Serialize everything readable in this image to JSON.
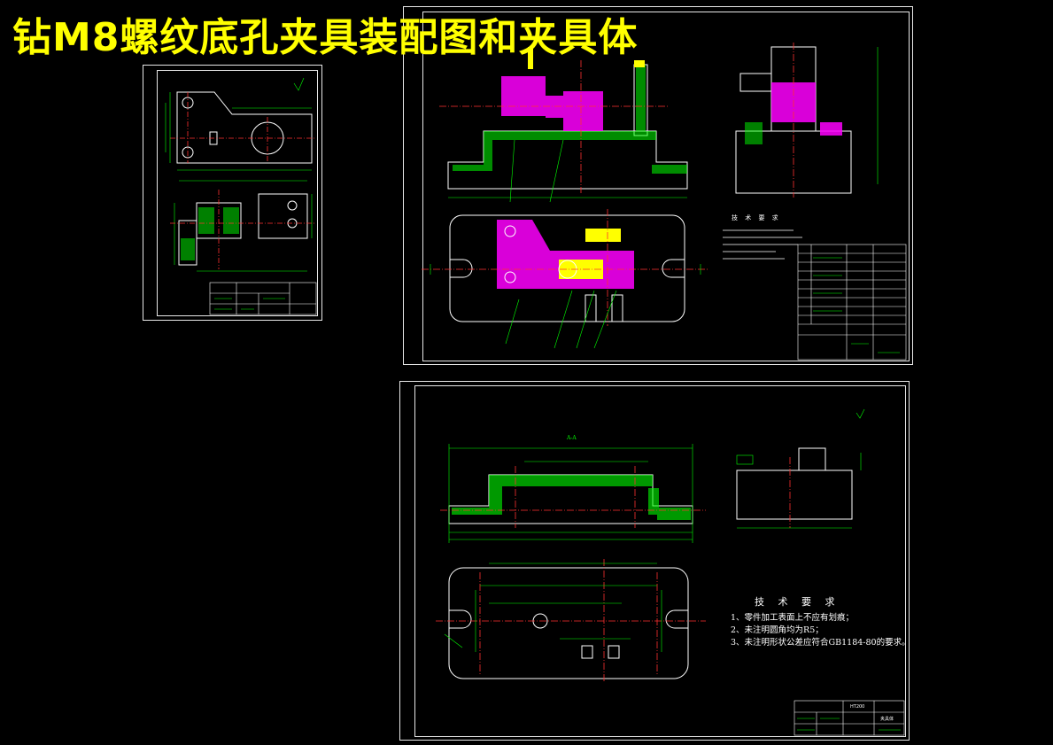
{
  "page_title": "钻M8螺纹底孔夹具装配图和夹具体",
  "colors": {
    "background": "#000000",
    "title": "#ffff00",
    "dimension": "#00ff00",
    "part": "#ff00ff",
    "center_line": "#ff3030",
    "outline": "#ffffff",
    "cyan": "#00ffff"
  },
  "assembly_sheet": {
    "tech_requirements_title": "技 术 要 求"
  },
  "fixture_body_sheet": {
    "section_label": "A-A",
    "tech_requirements_title": "技 术 要 求",
    "tech_requirements": [
      "1、零件加工表面上不应有划痕；",
      "2、未注明圆角均为R5；",
      "3、未注明形状公差应符合GB1184-80的要求。"
    ],
    "title_block": {
      "material": "HT200",
      "name": "夹具体"
    }
  }
}
